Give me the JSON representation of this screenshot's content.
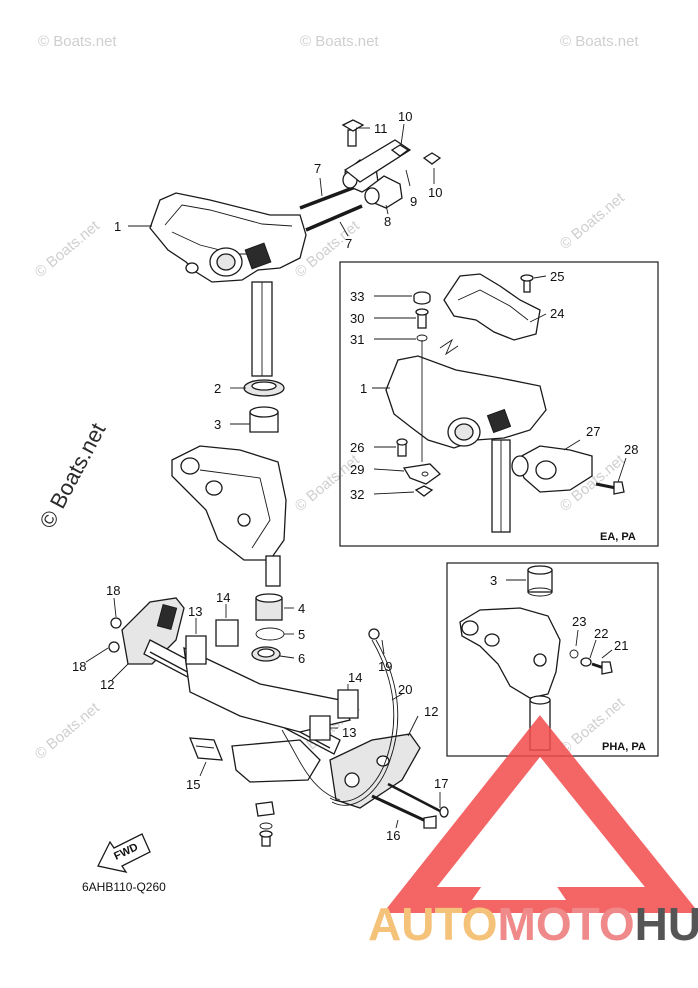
{
  "diagram": {
    "part_code": "6AHB110-Q260",
    "fwd_label": "FWD",
    "inset_top_label": "EA, PA",
    "inset_bottom_label": "PHA, PA",
    "callouts": [
      "1",
      "2",
      "3",
      "4",
      "5",
      "6",
      "7",
      "7",
      "8",
      "9",
      "10",
      "10",
      "11",
      "12",
      "12",
      "13",
      "13",
      "14",
      "14",
      "15",
      "16",
      "17",
      "18",
      "18",
      "19",
      "20",
      "1",
      "21",
      "22",
      "23",
      "24",
      "25",
      "26",
      "27",
      "28",
      "29",
      "30",
      "31",
      "32",
      "33",
      "3"
    ],
    "watermark": {
      "text": "© Boats.net",
      "big_text": "© Boats.net"
    },
    "brand": {
      "part_a": "AUTO",
      "part_b": "MOTO",
      "part_c": "HUB",
      "color_a": "#f5c27a",
      "color_b": "#f08a8a",
      "color_c": "#555555",
      "triangle_color": "#f24b4b"
    }
  }
}
